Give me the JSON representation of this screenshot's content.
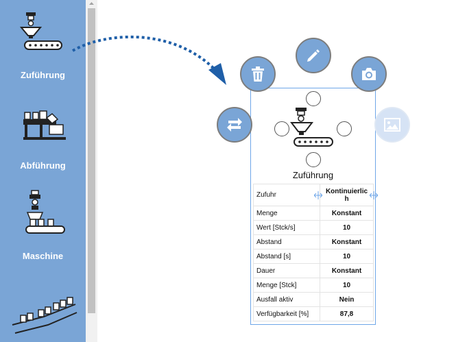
{
  "palette": {
    "items": [
      {
        "label": "Zuführung",
        "icon": "feeder-conveyor-icon"
      },
      {
        "label": "Abführung",
        "icon": "discharge-station-icon"
      },
      {
        "label": "Maschine",
        "icon": "machine-icon"
      },
      {
        "label": "",
        "icon": "conveyor-products-icon"
      }
    ]
  },
  "node": {
    "title": "Zuführung",
    "icon": "feeder-conveyor-icon",
    "actions": [
      "trash-icon",
      "pencil-icon",
      "camera-icon",
      "swap-icon",
      "image-icon"
    ],
    "properties": [
      {
        "key": "Zufuhr",
        "value": "Kontinuierlic h"
      },
      {
        "key": "Menge",
        "value": "Konstant"
      },
      {
        "key": "Wert [Stck/s]",
        "value": "10"
      },
      {
        "key": "Abstand",
        "value": "Konstant"
      },
      {
        "key": "Abstand [s]",
        "value": "10"
      },
      {
        "key": "Dauer",
        "value": "Konstant"
      },
      {
        "key": "Menge [Stck]",
        "value": "10"
      },
      {
        "key": "Ausfall aktiv",
        "value": "Nein"
      },
      {
        "key": "Verfügbarkeit [%]",
        "value": "87,8"
      }
    ]
  },
  "colors": {
    "sidebar": "#7aa5d6",
    "accent": "#1f5fa8",
    "selection": "#6ea6e8"
  }
}
